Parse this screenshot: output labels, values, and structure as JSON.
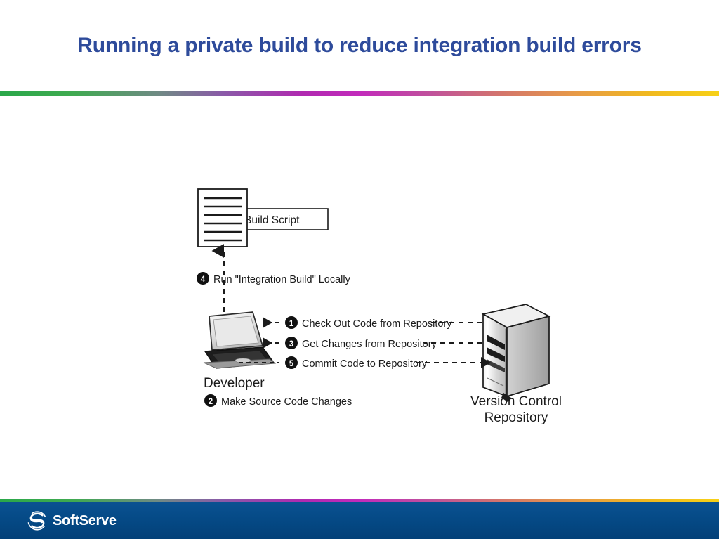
{
  "slide": {
    "title": "Running a private build to reduce integration build errors",
    "background_color": "#ffffff",
    "title_color": "#2e4b9b"
  },
  "divider": {
    "colors": [
      "#2aa84a",
      "#6f8a84",
      "#b02ab0",
      "#c22bbb",
      "#d4766a",
      "#f0b81f",
      "#f7d117"
    ]
  },
  "footer": {
    "background_color": "#054a86",
    "brand_name": "SoftServe",
    "logo_icon": "softserve-swirl-s-icon"
  },
  "diagram": {
    "title": "Private build workflow",
    "nodes": {
      "build_script_label": "Build Script",
      "document_icon": "build-script-document-icon",
      "developer_label": "Developer",
      "laptop_icon": "developer-laptop-icon",
      "repository_label_line1": "Version Control",
      "repository_label_line2": "Repository",
      "server_icon": "version-control-server-tower-icon"
    },
    "steps": [
      {
        "number": "1",
        "text": "Check Out Code from Repository",
        "direction": "server-to-developer"
      },
      {
        "number": "2",
        "text": "Make Source Code Changes",
        "direction": "local"
      },
      {
        "number": "3",
        "text": "Get Changes from Repository",
        "direction": "server-to-developer"
      },
      {
        "number": "4",
        "text": "Run \"Integration Build\" Locally",
        "direction": "developer-to-build-script"
      },
      {
        "number": "5",
        "text": "Commit Code to Repository",
        "direction": "developer-to-server"
      }
    ]
  }
}
